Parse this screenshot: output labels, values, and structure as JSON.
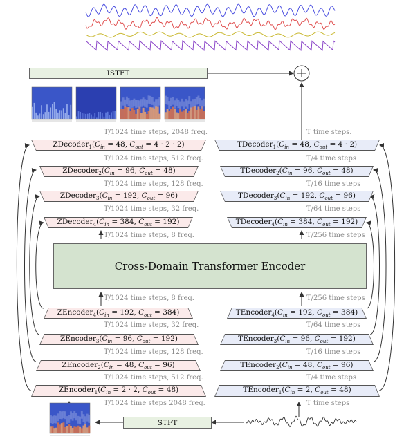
{
  "istft_label": "ISTFT",
  "stft_label": "STFT",
  "plus_symbol": "+",
  "transformer_label": "Cross-Domain Transformer Encoder",
  "z_decoders": [
    {
      "name": "ZDecoder",
      "sub": "1",
      "cin": "48",
      "cout": "4 · 2 · 2"
    },
    {
      "name": "ZDecoder",
      "sub": "2",
      "cin": "96",
      "cout": "48"
    },
    {
      "name": "ZDecoder",
      "sub": "3",
      "cin": "192",
      "cout": "96"
    },
    {
      "name": "ZDecoder",
      "sub": "4",
      "cin": "384",
      "cout": "192"
    }
  ],
  "z_encoders": [
    {
      "name": "ZEncoder",
      "sub": "4",
      "cin": "192",
      "cout": "384"
    },
    {
      "name": "ZEncoder",
      "sub": "3",
      "cin": "96",
      "cout": "192"
    },
    {
      "name": "ZEncoder",
      "sub": "2",
      "cin": "48",
      "cout": "96"
    },
    {
      "name": "ZEncoder",
      "sub": "1",
      "cin": "2 · 2",
      "cout": "48"
    }
  ],
  "t_decoders": [
    {
      "name": "TDecoder",
      "sub": "1",
      "cin": "48",
      "cout": "4 · 2"
    },
    {
      "name": "TDecoder",
      "sub": "2",
      "cin": "96",
      "cout": "48"
    },
    {
      "name": "TDecoder",
      "sub": "3",
      "cin": "192",
      "cout": "96"
    },
    {
      "name": "TDecoder",
      "sub": "4",
      "cin": "384",
      "cout": "192"
    }
  ],
  "t_encoders": [
    {
      "name": "TEncoder",
      "sub": "4",
      "cin": "192",
      "cout": "384"
    },
    {
      "name": "TEncoder",
      "sub": "3",
      "cin": "96",
      "cout": "192"
    },
    {
      "name": "TEncoder",
      "sub": "2",
      "cin": "48",
      "cout": "96"
    },
    {
      "name": "TEncoder",
      "sub": "1",
      "cin": "2",
      "cout": "48"
    }
  ],
  "z_annotations": {
    "dec1_above": "T/1024 time steps, 2048 freq.",
    "dec2_above": "T/1024 time steps, 512 freq.",
    "dec3_above": "T/1024 time steps, 128 freq.",
    "dec4_above": "T/1024 time steps, 32 freq.",
    "transformer_above": "T/1024 time steps, 8 freq.",
    "transformer_below": "T/1024 time steps, 8 freq.",
    "enc4_below": "T/1024 time steps, 32 freq.",
    "enc3_below": "T/1024 time steps, 128 freq.",
    "enc2_below": "T/1024 time steps, 512 freq.",
    "enc1_below": "T/1024 time steps 2048 freq."
  },
  "t_annotations": {
    "dec1_above": "T time steps.",
    "dec2_above": "T/4 time steps",
    "dec3_above": "T/16 time steps",
    "dec4_above": "T/64 time steps",
    "transformer_above": "T/256 time steps",
    "transformer_below": "T/256 time steps",
    "enc4_below": "T/64 time steps",
    "enc3_below": "T/16 time steps",
    "enc2_below": "T/4 time steps",
    "enc1_below": "T time steps"
  },
  "waveform_colors": [
    "#4a4ee0",
    "#e05050",
    "#c9b830",
    "#8a44c8"
  ],
  "colors": {
    "z_block": "#fbeaea",
    "t_block": "#e8ecf8",
    "transformer": "#d4e3cf",
    "io_block": "#e8f1e2"
  }
}
